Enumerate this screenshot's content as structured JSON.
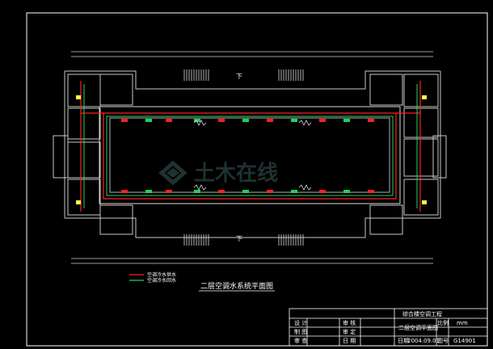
{
  "drawing": {
    "caption": "二层空调水系统平面图",
    "legend": [
      {
        "label": "空调冷水供水",
        "color": "#ff2020"
      },
      {
        "label": "空调冷水回水",
        "color": "#20d060"
      }
    ],
    "watermark": "土木在线",
    "stair_up_label": "下",
    "colors": {
      "background": "#000000",
      "frame": "#ffffff",
      "wall": "#c8c8c8",
      "supply": "#ff2020",
      "return": "#20d060",
      "accent": "#ffff40"
    }
  },
  "title_block": {
    "project": "综合楼空调工程",
    "sheet_title": "二层空调平面图",
    "scale_label": "比例",
    "unit": "mm",
    "date_label": "日期",
    "date": "2004.09.01",
    "drawing_no_label": "图号",
    "drawing_no": "G14901",
    "rows": [
      {
        "left": "设 计",
        "right": "审 核"
      },
      {
        "left": "制 图",
        "right": "审 定"
      },
      {
        "left": "审 查",
        "right": "日 期"
      }
    ]
  }
}
